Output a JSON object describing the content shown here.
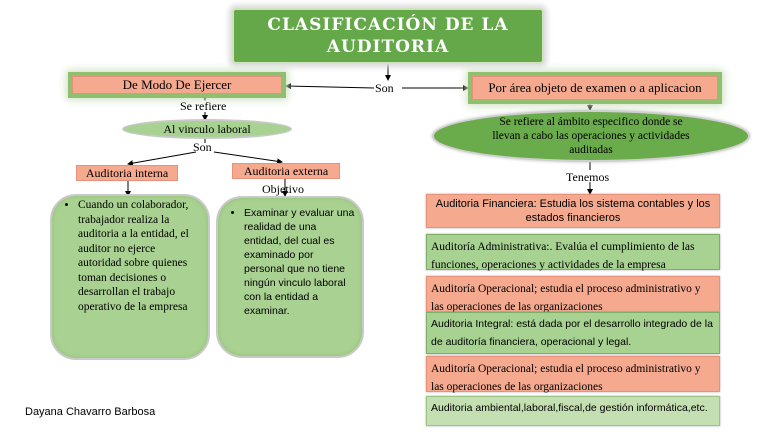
{
  "title": "CLASIFICACIÓN DE LA AUDITORIA",
  "connectors": {
    "son_top": "Son",
    "se_refiere": "Se refiere",
    "son_mid": "Son",
    "objetivo": "Objetivo",
    "tenemos": "Tenemos"
  },
  "left": {
    "mode_box": "De Modo De Ejercer",
    "vinculo": "Al vinculo laboral",
    "interna": "Auditoria interna",
    "externa": "Auditoria externa",
    "interna_desc": "Cuando un colaborador, trabajador realiza la auditoria a la entidad, el auditor no ejerce autoridad sobre quienes toman decisiones o desarrollan el trabajo operativo de la empresa",
    "externa_desc": "Examinar y evaluar una realidad de una entidad, del cual es examinado por personal que no tiene ningún vinculo laboral con la entidad a examinar."
  },
  "right": {
    "area_box": "Por área objeto de examen o a aplicacion",
    "ellipse": "Se refiere  al ámbito especifico donde se llevan a cabo las operaciones y actividades auditadas",
    "items": [
      "Auditoria Financiera: Estudia los sistema contables y los estados financieros",
      "Auditoría Administrativa:. Evalúa el cumplimiento de las funciones, operaciones y actividades de la empresa",
      "Auditoría Operacional; estudia el proceso administrativo y las operaciones de las organizaciones",
      "Auditoria Integral: está dada por el desarrollo integrado de la de auditoría financiera, operacional y legal.",
      "Auditoría Operacional; estudia el proceso administrativo y las operaciones de las organizaciones",
      "Auditoria ambiental,laboral,fiscal,de gestión informática,etc."
    ]
  },
  "author": "Dayana Chavarro Barbosa",
  "colors": {
    "title_green": "#64a84a",
    "peach": "#f5a98f",
    "light_green": "#a7d291"
  }
}
